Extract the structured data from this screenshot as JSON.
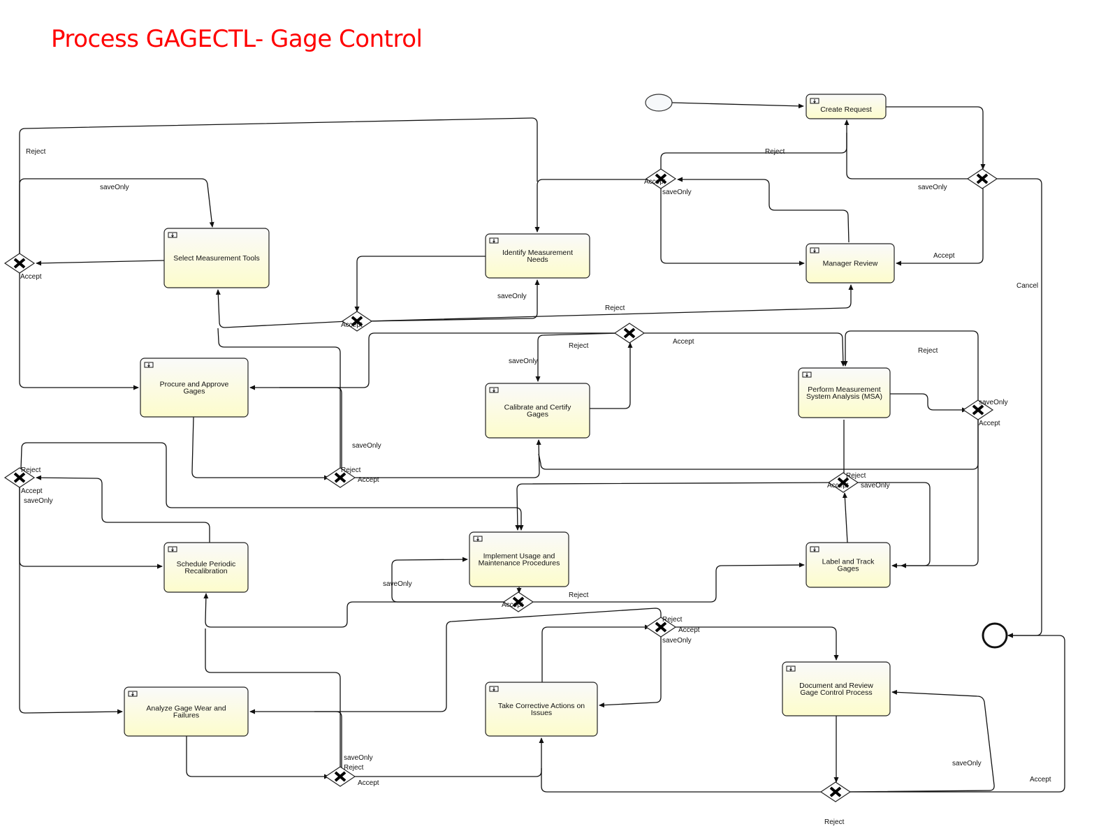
{
  "title": "Process GAGECTL- Gage Control",
  "tasks": [
    {
      "id": "create_request",
      "lines": [
        "Create Request"
      ]
    },
    {
      "id": "manager_review",
      "lines": [
        "Manager Review"
      ]
    },
    {
      "id": "identify_needs",
      "lines": [
        "Identify Measurement",
        "Needs"
      ]
    },
    {
      "id": "select_tools",
      "lines": [
        "Select Measurement Tools"
      ]
    },
    {
      "id": "procure_gages",
      "lines": [
        "Procure and Approve",
        "Gages"
      ]
    },
    {
      "id": "calibrate_gages",
      "lines": [
        "Calibrate and Certify",
        "Gages"
      ]
    },
    {
      "id": "perform_msa",
      "lines": [
        "Perform Measurement",
        "System Analysis (MSA)"
      ]
    },
    {
      "id": "schedule_recalibration",
      "lines": [
        "Schedule Periodic",
        "Recalibration"
      ]
    },
    {
      "id": "implement_procedures",
      "lines": [
        "Implement Usage and",
        "Maintenance Procedures"
      ]
    },
    {
      "id": "label_track",
      "lines": [
        "Label and Track",
        "Gages"
      ]
    },
    {
      "id": "analyze_wear",
      "lines": [
        "Analyze Gage Wear and",
        "Failures"
      ]
    },
    {
      "id": "corrective_actions",
      "lines": [
        "Take Corrective Actions on",
        "Issues"
      ]
    },
    {
      "id": "document_review",
      "lines": [
        "Document and Review",
        "Gage Control Process"
      ]
    }
  ],
  "edge_labels": [
    "Reject",
    "saveOnly",
    "Accept",
    "Reject",
    "Accept",
    "saveOnly",
    "saveOnly",
    "Accept",
    "Cancel",
    "saveOnly",
    "Reject",
    "Accept",
    "Reject",
    "Accept",
    "saveOnly",
    "Reject",
    "saveOnly",
    "Accept",
    "saveOnly",
    "Reject",
    "Accept",
    "Reject",
    "Accept",
    "saveOnly",
    "Reject",
    "Accept",
    "saveOnly",
    "saveOnly",
    "Reject",
    "Accept",
    "Reject",
    "Accept",
    "saveOnly",
    "saveOnly",
    "Reject",
    "Accept",
    "saveOnly",
    "Accept",
    "Reject"
  ],
  "colors": {
    "title": "#ff0000",
    "task_fill_top": "#fafafa",
    "task_fill_bottom": "#fdfccf",
    "stroke": "#111111"
  }
}
